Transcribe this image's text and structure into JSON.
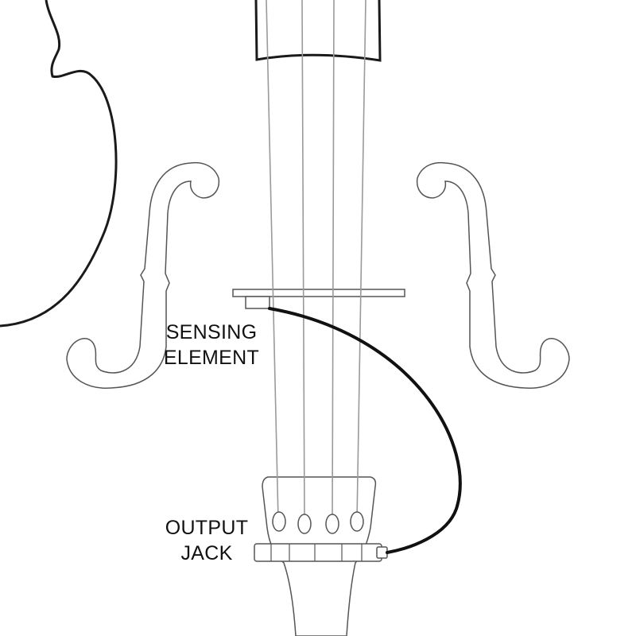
{
  "labels": {
    "sensing_line1": "SENSING",
    "sensing_line2": "ELEMENT",
    "output_line1": "OUTPUT",
    "output_line2": "JACK"
  },
  "colors": {
    "outline": "#1a1a1a",
    "part_outline": "#555555",
    "string": "#9a9a9a",
    "cable": "#111111",
    "text": "#111111"
  }
}
